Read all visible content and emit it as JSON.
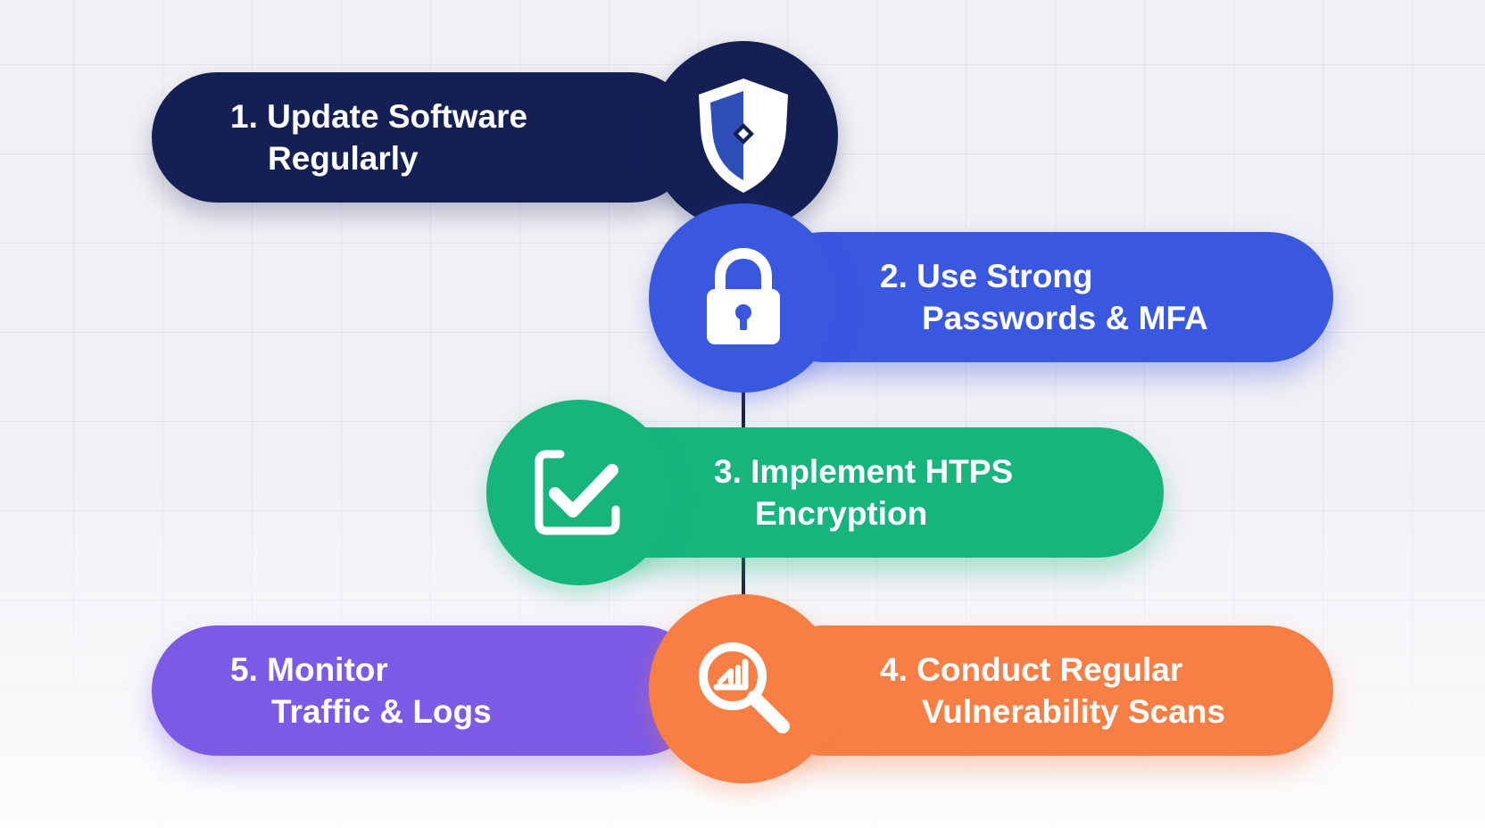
{
  "steps": [
    {
      "number": "1.",
      "line1": "Update Software",
      "line2": "Regularly",
      "icon": "shield-icon",
      "color": "#142054"
    },
    {
      "number": "2.",
      "line1": "Use Strong",
      "line2": "Passwords & MFA",
      "icon": "lock-icon",
      "color": "#3a57e0"
    },
    {
      "number": "3.",
      "line1": "Implement HTPS",
      "line2": "Encryption",
      "icon": "checkbox-icon",
      "color": "#17b47c"
    },
    {
      "number": "4.",
      "line1": "Conduct Regular",
      "line2": "Vulnerability Scans",
      "icon": "magnifier-icon",
      "color": "#f77e45"
    },
    {
      "number": "5.",
      "line1": "Monitor",
      "line2": "Traffic & Logs",
      "icon": null,
      "color": "#7c5ae6"
    }
  ]
}
